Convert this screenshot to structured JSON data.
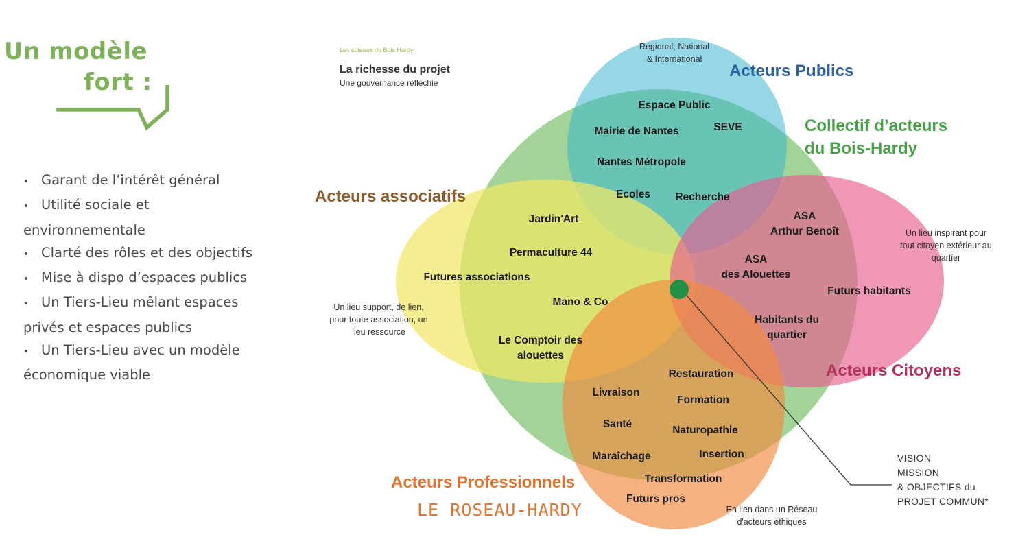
{
  "heading": {
    "line1": "Un modèle",
    "line2": "fort :"
  },
  "bullets": [
    {
      "text": "Garant de l’intérêt général",
      "cont": ""
    },
    {
      "text": "Utilité sociale et",
      "cont": "environnementale"
    },
    {
      "text": "Clarté des rôles et des objectifs",
      "cont": ""
    },
    {
      "text": "Mise à dispo d’espaces publics",
      "cont": ""
    },
    {
      "text": "Un Tiers-Lieu  mêlant espaces",
      "cont": "privés et espaces publics"
    },
    {
      "text": "Un Tiers-Lieu  avec un modèle",
      "cont": "économique viable"
    }
  ],
  "diagram": {
    "source_label": "Les coteaux du Bois Hardy",
    "title": "La richesse du projet",
    "subtitle": "Une gouvernance réfléchie",
    "colors": {
      "heading": "#7eb15a",
      "publics": "#2f8fb0",
      "collectif": "#4aa04a",
      "associatifs": "#8a5a2a",
      "citoyens": "#b03258",
      "professionnels": "#e0732e",
      "center_dot": "#239048"
    },
    "groups": {
      "publics": "Acteurs Publics",
      "collectif_1": "Collectif d’acteurs",
      "collectif_2": "du Bois-Hardy",
      "associatifs": "Acteurs associatifs",
      "citoyens": "Acteurs Citoyens",
      "professionnels": "Acteurs Professionnels",
      "roseau": "LE ROSEAU-HARDY"
    },
    "notes": {
      "publics": [
        "Régional, National",
        "& International"
      ],
      "associatifs": [
        "Un lieu support, de lien,",
        "pour toute association, un",
        "lieu ressource"
      ],
      "citoyens": [
        "Un lieu inspirant pour",
        "tout citoyen extérieur au",
        "quartier"
      ],
      "professionnels": [
        "En lien dans un Réseau",
        "d'acteurs éthiques"
      ]
    },
    "items": {
      "espace_public": "Espace Public",
      "mairie": "Mairie de Nantes",
      "seve": "SEVE",
      "metropole": "Nantes Métropole",
      "ecoles": "Ecoles",
      "recherche": "Recherche",
      "jardin": "Jardin'Art",
      "permaculture": "Permaculture 44",
      "futures_assos": "Futures associations",
      "mano": "Mano & Co",
      "comptoir_1": "Le Comptoir des",
      "comptoir_2": "alouettes",
      "asa1_1": "ASA",
      "asa1_2": "Arthur Benoît",
      "asa2_1": "ASA",
      "asa2_2": "des Alouettes",
      "futurs_habitants": "Futurs habitants",
      "habitants_1": "Habitants du",
      "habitants_2": "quartier",
      "restauration": "Restauration",
      "livraison": "Livraison",
      "formation": "Formation",
      "sante": "Santé",
      "naturopathie": "Naturopathie",
      "maraichage": "Maraîchage",
      "insertion": "Insertion",
      "transformation": "Transformation",
      "futurs_pros": "Futurs pros"
    },
    "vision": [
      "VISION",
      "MISSION",
      "& OBJECTIFS du",
      "PROJET COMMUN*"
    ]
  }
}
